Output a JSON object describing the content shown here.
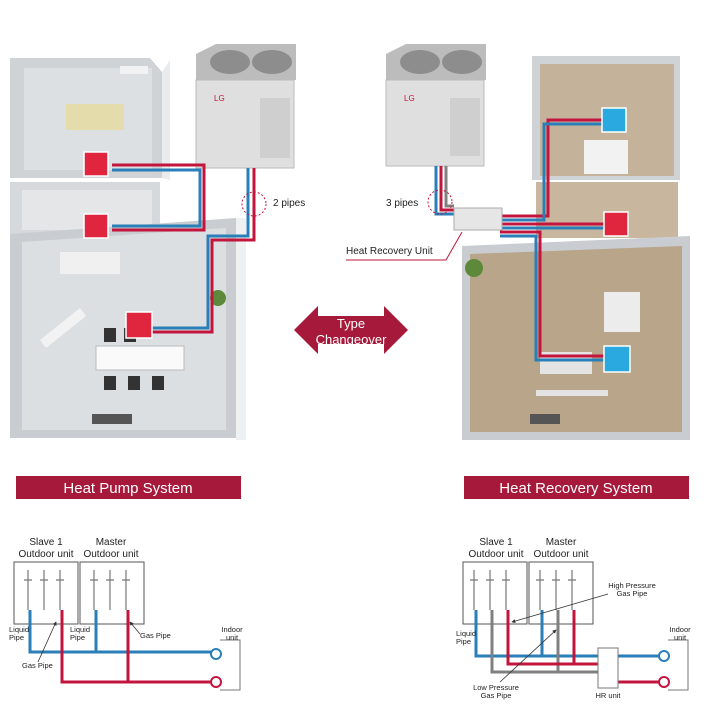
{
  "left": {
    "pipes_label": "2 pipes",
    "banner": "Heat Pump System",
    "units": {
      "slave": [
        "Slave 1",
        "Outdoor unit"
      ],
      "master": [
        "Master",
        "Outdoor unit"
      ]
    },
    "liquid_pipe_1": [
      "Liquid",
      "Pipe"
    ],
    "liquid_pipe_2": [
      "Liquid",
      "Pipe"
    ],
    "gas_pipe_1": "Gas Pipe",
    "gas_pipe_2": "Gas Pipe",
    "indoor": [
      "Indoor",
      "unit"
    ]
  },
  "center": {
    "changeover": [
      "Type",
      "Changeover"
    ]
  },
  "right": {
    "pipes_label": "3 pipes",
    "hr_label": "Heat Recovery Unit",
    "banner": "Heat Recovery System",
    "units": {
      "slave": [
        "Slave 1",
        "Outdoor unit"
      ],
      "master": [
        "Master",
        "Outdoor unit"
      ]
    },
    "liquid_pipe": [
      "Liquid",
      "Pipe"
    ],
    "high_pressure": [
      "High Pressure",
      "Gas Pipe"
    ],
    "low_pressure": [
      "Low Pressure",
      "Gas Pipe"
    ],
    "hr_unit": "HR unit",
    "indoor": [
      "Indoor",
      "unit"
    ]
  },
  "brand": "LG",
  "colors": {
    "banner": "#a6193a",
    "hot_pipe": "#c2143c",
    "cold_pipe": "#2a7fb8",
    "gray_pipe": "#808080",
    "floor_left": "#d4d7da",
    "floor_right": "#b8a58a",
    "heat_unit": "#e0263e",
    "cool_unit": "#2aa8e0"
  }
}
